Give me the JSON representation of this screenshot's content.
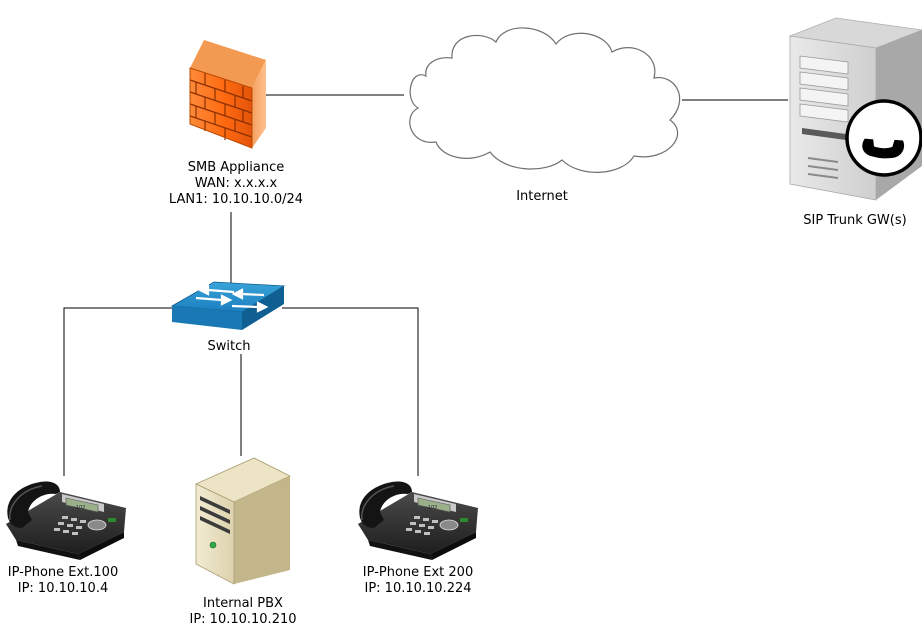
{
  "firewall": {
    "name": "SMB Appliance",
    "wan": "WAN: x.x.x.x",
    "lan": "LAN1: 10.10.10.0/24",
    "icon": "firewall-icon"
  },
  "cloud": {
    "label": "Internet",
    "icon": "cloud-icon"
  },
  "sip_gateway": {
    "label": "SIP Trunk GW(s)",
    "icon": "server-phone-icon"
  },
  "switch": {
    "label": "Switch",
    "icon": "network-switch-icon"
  },
  "phone_100": {
    "name": "IP-Phone Ext.100",
    "ip": "IP: 10.10.10.4",
    "icon": "ip-phone-icon",
    "screen_text": "-102"
  },
  "pbx": {
    "name": "Internal PBX",
    "ip": "IP: 10.10.10.210",
    "icon": "server-icon"
  },
  "phone_200": {
    "name": "IP-Phone Ext 200",
    "ip": "IP: 10.10.10.224",
    "icon": "ip-phone-icon",
    "screen_text": "-102"
  }
}
